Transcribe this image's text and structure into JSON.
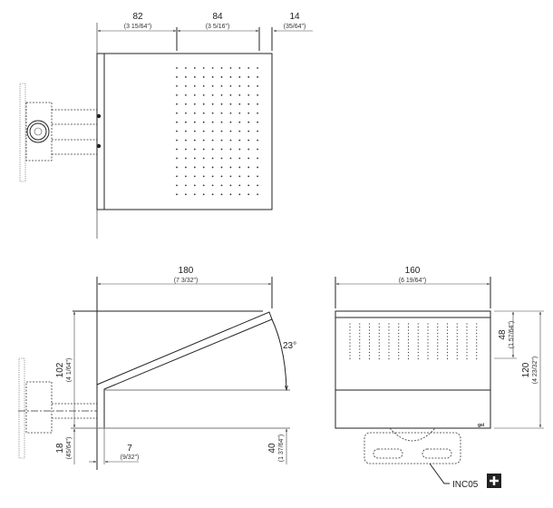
{
  "top_view": {
    "dims": [
      {
        "value": "82",
        "inch": "(3 15/64\")"
      },
      {
        "value": "84",
        "inch": "(3 5/16\")"
      },
      {
        "value": "14",
        "inch": "(35/64\")"
      }
    ]
  },
  "side_view": {
    "width": {
      "value": "180",
      "inch": "(7 3/32\")"
    },
    "height": {
      "value": "102",
      "inch": "(4 1/64\")"
    },
    "below": {
      "value": "18",
      "inch": "(45/64\")"
    },
    "wall_gap": {
      "value": "7",
      "inch": "(9/32\")"
    },
    "spout": {
      "value": "40",
      "inch": "(1 37/64\")"
    },
    "angle": "23°"
  },
  "front_view": {
    "width": {
      "value": "160",
      "inch": "(6 19/64\")"
    },
    "upper": {
      "value": "48",
      "inch": "(1 57/64\")"
    },
    "height": {
      "value": "120",
      "inch": "(4 23/32\")"
    },
    "logo": "gsi",
    "accessory_code": "INC05",
    "plus_icon": "plus-icon"
  }
}
